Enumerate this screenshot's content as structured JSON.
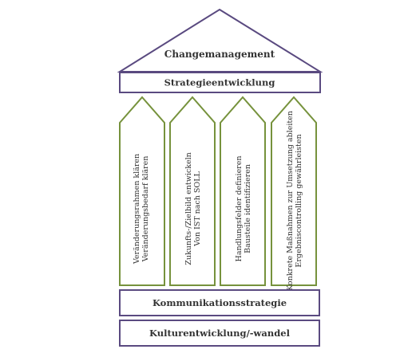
{
  "colors": {
    "purple": "#5a4a80",
    "green": "#76923c",
    "text": "#333333"
  },
  "roof": {
    "label": "Changemanagement"
  },
  "beam": {
    "label": "Strategieentwicklung"
  },
  "pillars": [
    {
      "line1": "Veränderungsrahmen klären",
      "line2": "Veränderungsbedarf klären"
    },
    {
      "line1": "Zukunfts-/Zielbild entwickeln",
      "line2": "Von IST nach SOLL"
    },
    {
      "line1": "Handlungsfelder definieren",
      "line2": "Bausteile identifizieren"
    },
    {
      "line1": "Konkrete Maßnahmen zur Umsetzung ableiten",
      "line2": "Ergebniscontrolling gewährleisten"
    }
  ],
  "foundation": {
    "communication": "Kommunikationsstrategie",
    "culture": "Kulturentwicklung/-wandel"
  }
}
